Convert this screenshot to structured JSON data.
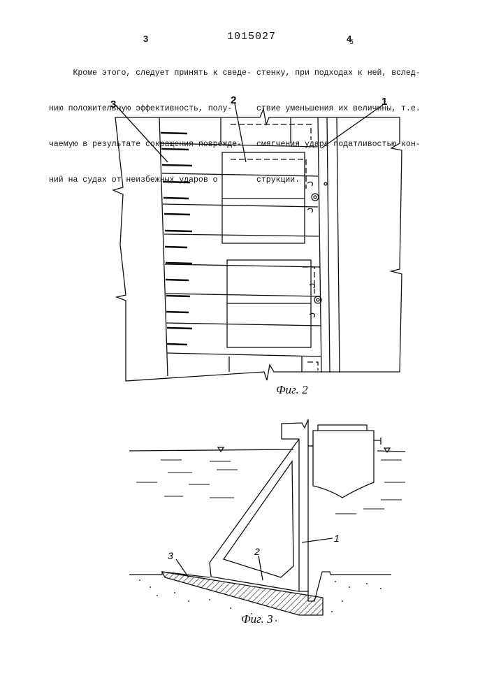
{
  "header": {
    "page_left": "3",
    "patent_number": "1015027",
    "page_right": "4"
  },
  "column_left": {
    "lines": [
      "     Кроме этого, следует принять к сведе-",
      "нию положительную эффективность, полу-",
      "чаемую в результате сокращения поврежде-",
      "ний на судах от неизбежных ударов о"
    ]
  },
  "column_right": {
    "line_number": "5",
    "lines": [
      "стенку, при подходах к ней, вслед-",
      "ствие уменьшения их величины, т.е.",
      "смягчения удара податливостью кон-",
      "струкции."
    ]
  },
  "figure_2": {
    "caption": "Фиг. 2",
    "labels": {
      "l1": "1",
      "l2": "2",
      "l3": "3"
    }
  },
  "figure_3": {
    "caption": "Фиг. 3",
    "labels": {
      "l1": "1",
      "l2": "2",
      "l3": "3"
    }
  }
}
